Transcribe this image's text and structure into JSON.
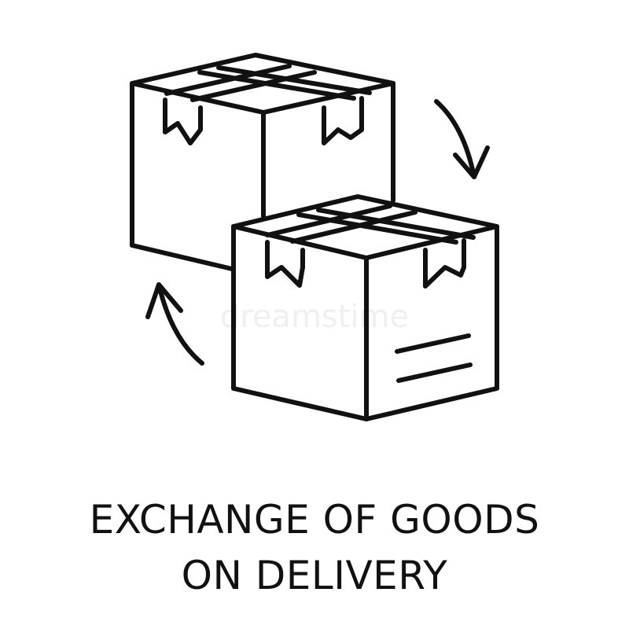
{
  "caption": {
    "line1": "EXCHANGE OF GOODS",
    "line2": "ON DELIVERY"
  },
  "watermark": "dreamstime",
  "icons": {
    "back_box": "cardboard-box-icon",
    "front_box": "cardboard-box-icon",
    "arrow_top_right": "curved-arrow-down-icon",
    "arrow_bottom_left": "curved-arrow-up-icon"
  },
  "colors": {
    "line": "#111111",
    "background": "#ffffff"
  }
}
